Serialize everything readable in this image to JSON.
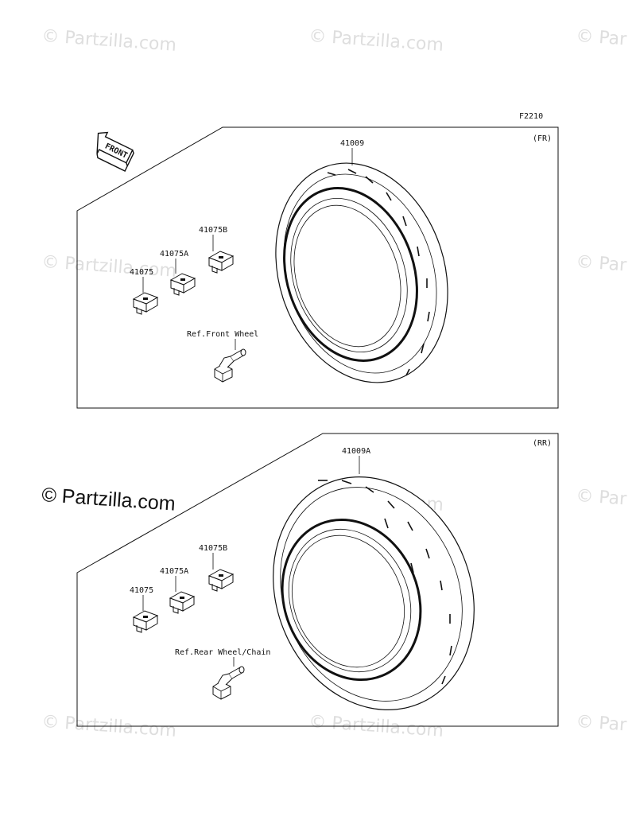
{
  "diagram_code": "F2210",
  "watermarks": {
    "faint": "© Partzilla.com",
    "faint_partial": "© Par",
    "prominent": "© Partzilla.com"
  },
  "front_arrow_label": "FRONT",
  "front_section": {
    "tag": "(FR)",
    "tire_part": "41009",
    "weight_labels": [
      "41075",
      "41075A",
      "41075B"
    ],
    "valve_ref": "Ref.Front Wheel"
  },
  "rear_section": {
    "tag": "(RR)",
    "tire_part": "41009A",
    "weight_labels": [
      "41075",
      "41075A",
      "41075B"
    ],
    "valve_ref": "Ref.Rear Wheel/Chain"
  },
  "colors": {
    "line": "#111111",
    "watermark": "#dedede",
    "background": "#ffffff"
  }
}
